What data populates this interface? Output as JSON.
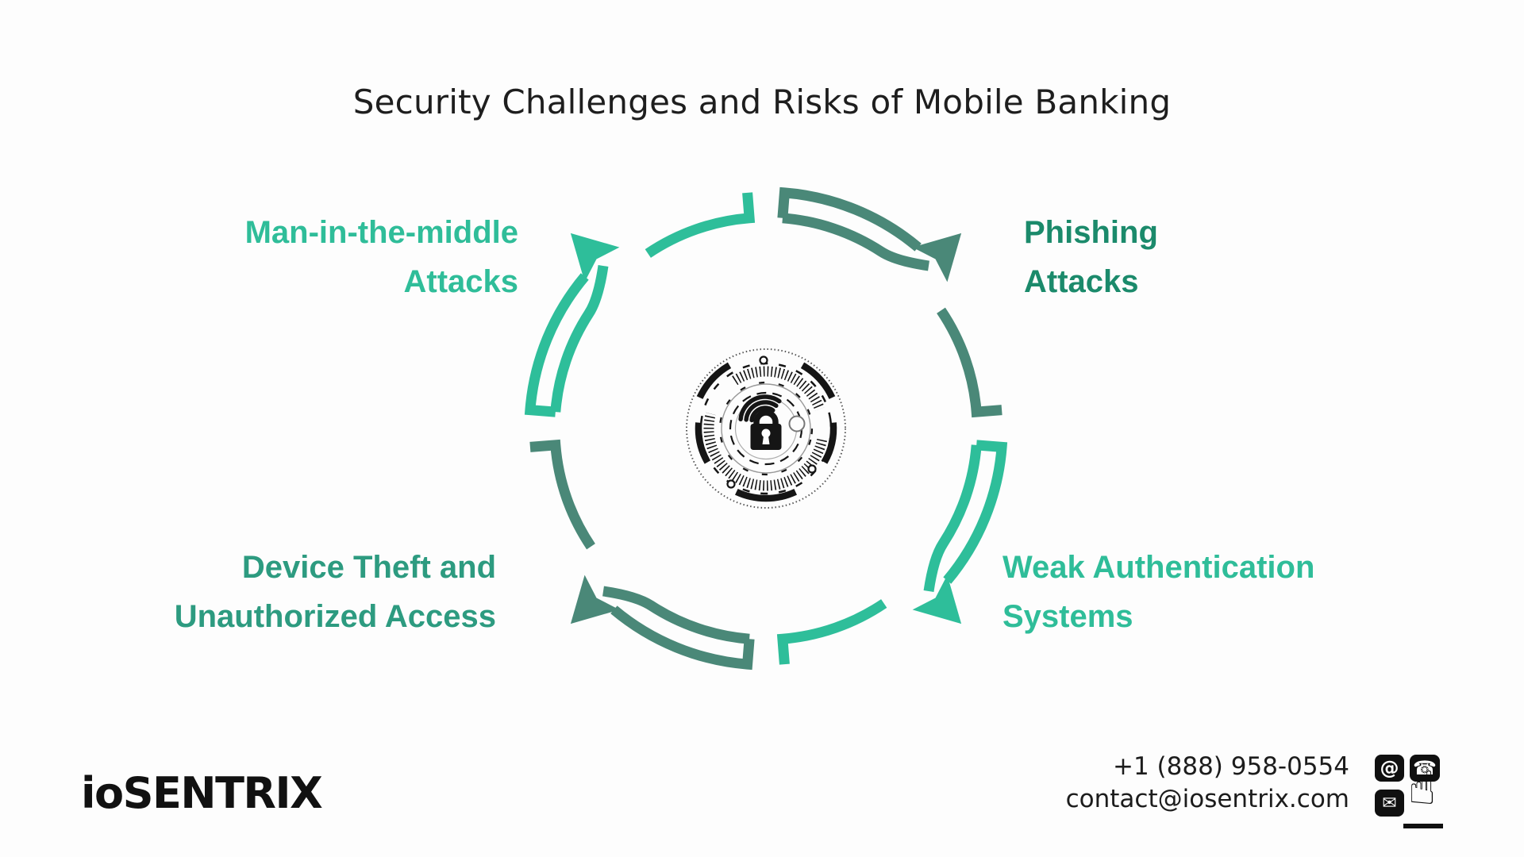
{
  "title": "Security Challenges and Risks of Mobile Banking",
  "diagram": {
    "center_icon": "padlock-security-icon",
    "ring_colors": {
      "light": "#2EBE9A",
      "dark": "#4A8878"
    },
    "items": [
      {
        "id": "man-in-the-middle-attacks",
        "position": "top-left",
        "color": "#2FBD99",
        "lines": [
          "Man-in-the-middle",
          "Attacks"
        ]
      },
      {
        "id": "phishing-attacks",
        "position": "top-right",
        "color": "#1B8A6B",
        "lines": [
          "Phishing",
          "Attacks"
        ]
      },
      {
        "id": "device-theft-and-unauthorized-access",
        "position": "bottom-left",
        "color": "#2D9B80",
        "lines": [
          "Device Theft and",
          "Unauthorized Access"
        ]
      },
      {
        "id": "weak-authentication-systems",
        "position": "bottom-right",
        "color": "#2FBD99",
        "lines": [
          "Weak Authentication",
          "Systems"
        ]
      }
    ]
  },
  "footer": {
    "logo": "ioSENTRIX",
    "phone": "+1 (888) 958-0554",
    "email": "contact@iosentrix.com",
    "icons": [
      {
        "name": "at-icon",
        "glyph": "@"
      },
      {
        "name": "phone-icon",
        "glyph": "☎"
      },
      {
        "name": "envelope-icon",
        "glyph": "✉"
      },
      {
        "name": "tap-hand-icon",
        "glyph": "☝"
      }
    ]
  }
}
